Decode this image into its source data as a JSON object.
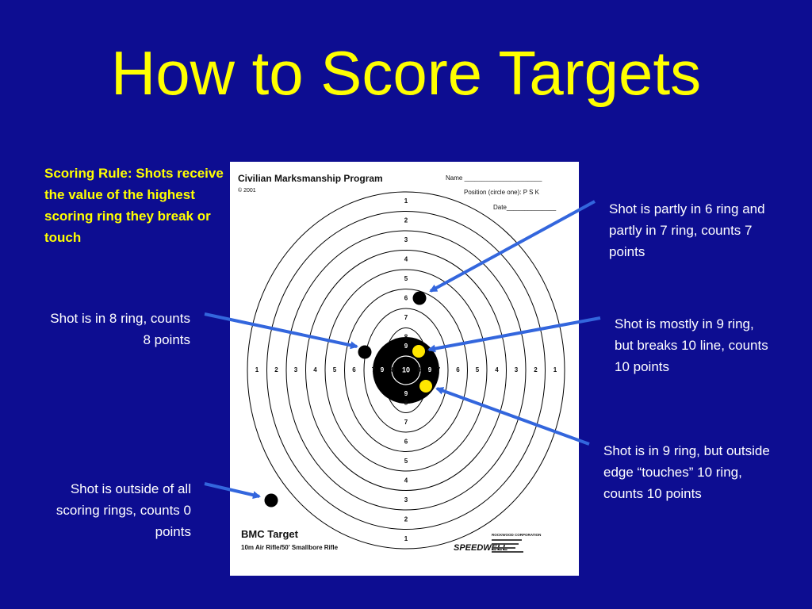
{
  "title": "How to Score Targets",
  "scoring_rule": "Scoring Rule:  Shots receive the value of the highest scoring ring they break or touch",
  "callouts": {
    "ring8": "Shot is in 8 ring, counts 8 points",
    "outside": "Shot is outside of all scoring rings, counts 0 points",
    "partly67": "Shot is partly in 6 ring and partly in 7 ring, counts 7 points",
    "mostly9": "Shot is mostly in 9 ring, but breaks 10 line, counts 10 points",
    "ring9touch": "Shot is in 9 ring, but outside edge “touches” 10 ring, counts 10 points"
  },
  "target": {
    "program": "Civilian Marksmanship Program",
    "copyright": "© 2001",
    "name_label": "Name ______________________",
    "position_label": "Position (circle one):  P  S  K",
    "date_label": "Date______________",
    "bmc_title": "BMC Target",
    "bmc_subtitle": "10m Air Rifle/50' Smallbore Rifle",
    "maker": "ROCKWOOD CORPORATION",
    "brand": "SPEEDWELL",
    "ring_numbers": [
      "1",
      "2",
      "3",
      "4",
      "5",
      "6",
      "7",
      "8",
      "9",
      "10"
    ]
  },
  "colors": {
    "background": "#0d0d91",
    "title": "#ffff00",
    "arrow": "#3366dd",
    "shot_black": "#000000",
    "shot_yellow": "#ffe600"
  }
}
